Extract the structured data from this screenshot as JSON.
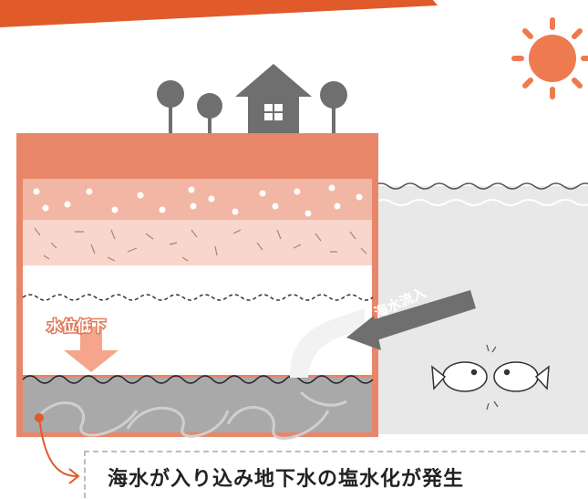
{
  "labels": {
    "water_level_drop": "水位低下",
    "seawater_inflow": "海水流入",
    "caption": "海水が入り込み地下水の塩水化が発生"
  },
  "colors": {
    "orange": "#e8866a",
    "orange_dark": "#e05a2a",
    "soil_dots": "#f2b6a4",
    "soil_dashes": "#f8d6cb",
    "sea": "#e6e6e6",
    "groundwater": "#a9a9a9",
    "sun": "#ee7a4f"
  },
  "icons": [
    "sun-icon",
    "house-icon",
    "tree-icon",
    "fish-icon",
    "arrow-icon"
  ]
}
